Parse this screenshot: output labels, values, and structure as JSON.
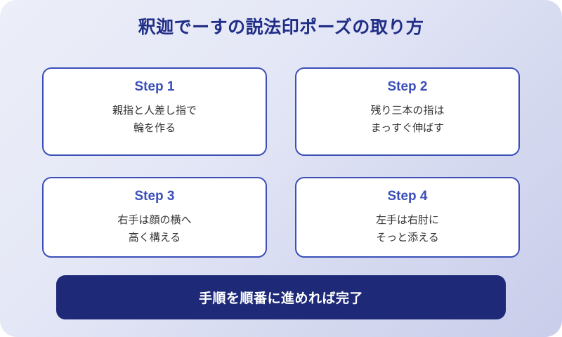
{
  "theme": {
    "background_gradient_from": "#eceef8",
    "background_gradient_to": "#c9cdea",
    "title_color": "#1f2d87",
    "card_background": "#ffffff",
    "card_border_color": "#3b4fb8",
    "card_title_color": "#3b4fb8",
    "card_body_color": "#333333",
    "banner_background": "#1e2a78",
    "banner_text_color": "#ffffff"
  },
  "header": {
    "title": "釈迦でーすの説法印ポーズの取り方"
  },
  "steps": [
    {
      "title": "Step 1",
      "line1": "親指と人差し指で",
      "line2": "輪を作る"
    },
    {
      "title": "Step 2",
      "line1": "残り三本の指は",
      "line2": "まっすぐ伸ばす"
    },
    {
      "title": "Step 3",
      "line1": "右手は顔の横へ",
      "line2": "高く構える"
    },
    {
      "title": "Step 4",
      "line1": "左手は右肘に",
      "line2": "そっと添える"
    }
  ],
  "footer": {
    "banner_text": "手順を順番に進めれば完了"
  }
}
